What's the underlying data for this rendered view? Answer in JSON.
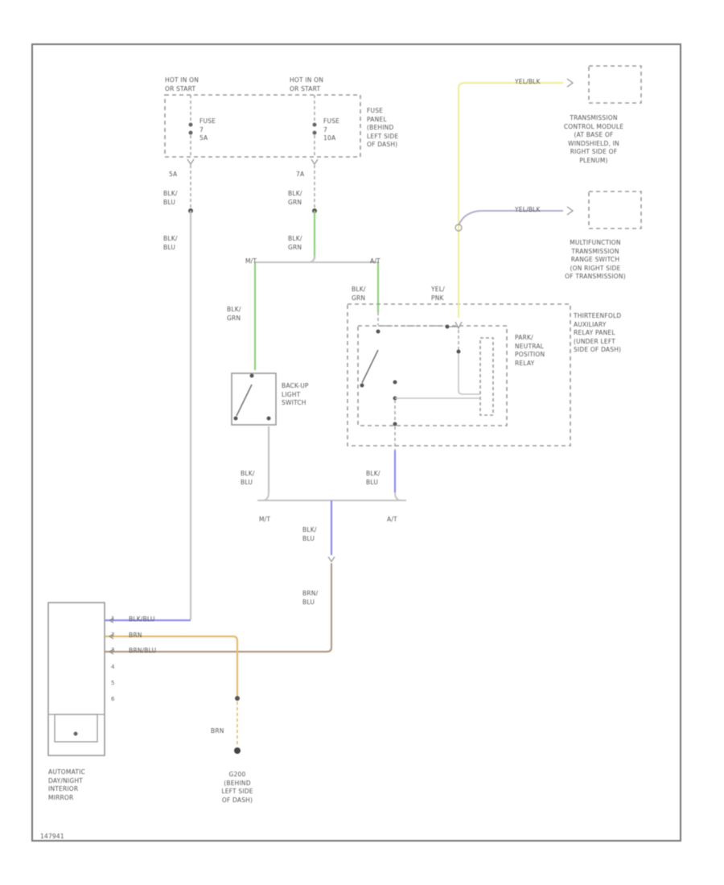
{
  "labels": {
    "hot_left": "HOT IN ON\nOR START",
    "hot_right": "HOT IN ON\nOR START",
    "fuse_left": "FUSE\n7\n5A",
    "fuse_right": "FUSE\n7\n10A",
    "fuse_panel": "FUSE\nPANEL\n(BEHIND\nLEFT SIDE\nOF DASH)",
    "amp_left": "5A",
    "amp_right": "7A",
    "wire_blk_blu_1": "BLK/\nBLU",
    "wire_blk_blu_2": "BLK/\nBLU",
    "wire_blk_grn_1": "BLK/\nGRN",
    "wire_blk_grn_2": "BLK/\nGRN",
    "wire_blk_grn_3": "BLK/\nGRN",
    "wire_blk_grn_4": "BLK/\nGRN",
    "wire_blk_blu_3": "BLK/\nBLU",
    "wire_blk_blu_4": "BLK/\nBLU",
    "wire_blk_blu_5": "BLK/\nBLU",
    "wire_brn_blu": "BRN/\nBLU",
    "wire_brn": "BRN",
    "wire_yel_blk_1": "YEL/BLK",
    "wire_yel_blk_2": "YEL/BLK",
    "wire_yel_pnk": "YEL/\nPNK",
    "mt_top": "M/T",
    "at_top": "A/T",
    "mt_bottom": "M/T",
    "at_bottom": "A/T",
    "tcm": "TRANSMISSION\nCONTROL MODULE\n(AT BASE OF\nWINDSHIELD, IN\nRIGHT SIDE OF\nPLENUM)",
    "range_switch": "MULTIFUNCTION\nTRANSMISSION\nRANGE SWITCH\n(ON RIGHT SIDE\nOF TRANSMISSION)",
    "relay_panel": "THIRTEENFOLD\nAUXILIARY\nRELAY PANEL\n(UNDER LEFT\nSIDE OF DASH)",
    "pn_relay": "PARK/\nNEUTRAL\nPOSITION\nRELAY",
    "backup_switch": "BACK-UP\nLIGHT\nSWITCH",
    "mirror": "AUTOMATIC\nDAY/NIGHT\nINTERIOR\nMIRROR",
    "ground": "G200\n(BEHIND\nLEFT SIDE\nOF DASH)",
    "mirror_wire_1": "BLK/BLU",
    "mirror_wire_2": "BRN",
    "mirror_wire_3": "BRN/BLU",
    "footer": "147941"
  },
  "pins": [
    "1",
    "2",
    "3",
    "4",
    "5",
    "6"
  ],
  "colors": {
    "wire_gray": "#c4c4c4",
    "wire_green": "#8ed27e",
    "wire_blue": "#8d8df0",
    "wire_yellow": "#eeeea0",
    "wire_brown": "#b49a86",
    "wire_orange": "#e2bc6e",
    "wire_purple": "#b4aed0",
    "border": "#777777",
    "dash": "#999999"
  }
}
